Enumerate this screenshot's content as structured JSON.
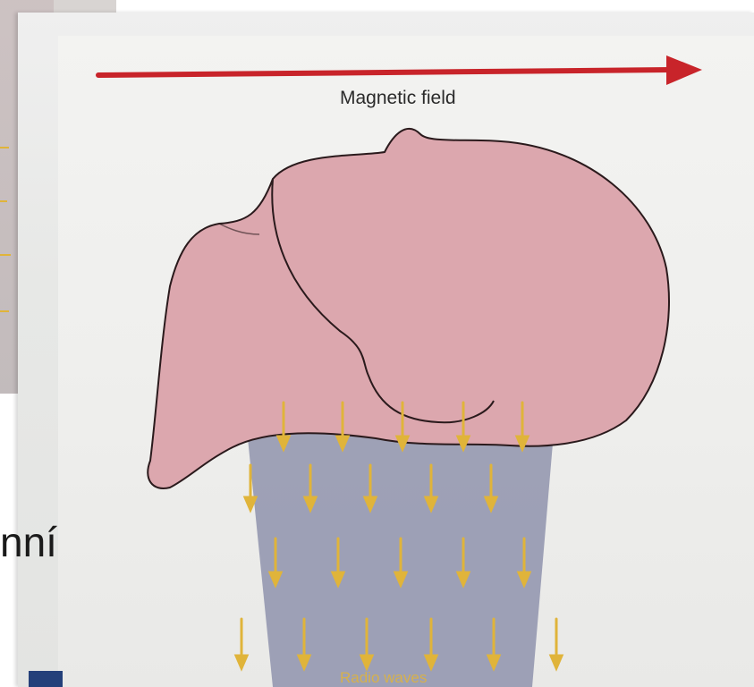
{
  "diagram": {
    "field_label": "Magnetic field",
    "waves_label": "Radio waves"
  },
  "background_text": {
    "partial_word": "nní"
  },
  "colors": {
    "arrow": "#c8242a",
    "head_fill": "#dca7ae",
    "head_outline": "#2a1a1c",
    "beam": "#8f93ad",
    "wave_arrows": "#e0b43a"
  }
}
